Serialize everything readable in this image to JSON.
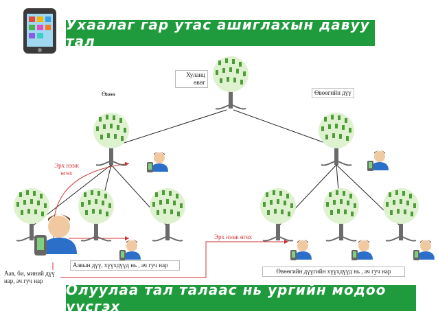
{
  "title": "Ухаалаг гар утас ашиглахын давуу тал",
  "footer": "Олуулаа тал талаас нь ургийн модоо ууcгэх",
  "nodes": {
    "great_grandparent": "Хуланц өвөг",
    "grandfather": "Өвөө",
    "great_uncle": "Өвөөгийн дүү",
    "self": "Аав, би, миний дүү нар, ач гуч нар",
    "father_siblings": "Аавын дүү, хүүхдүүд нь , ач гуч нар",
    "uncle_children": "Өвөөгийн дүүгийн хүүхдүүд нь , ач гуч нар"
  },
  "annotations": {
    "grant_left": "Эрх нээж өгөх",
    "grant_right": "Эрх нээж өгөх"
  },
  "colors": {
    "banner": "#1f9a3c",
    "arrow": "#d03030",
    "line": "#222222"
  },
  "icons": [
    "smartphone-icon",
    "tree-icon",
    "user-with-phone-icon"
  ]
}
